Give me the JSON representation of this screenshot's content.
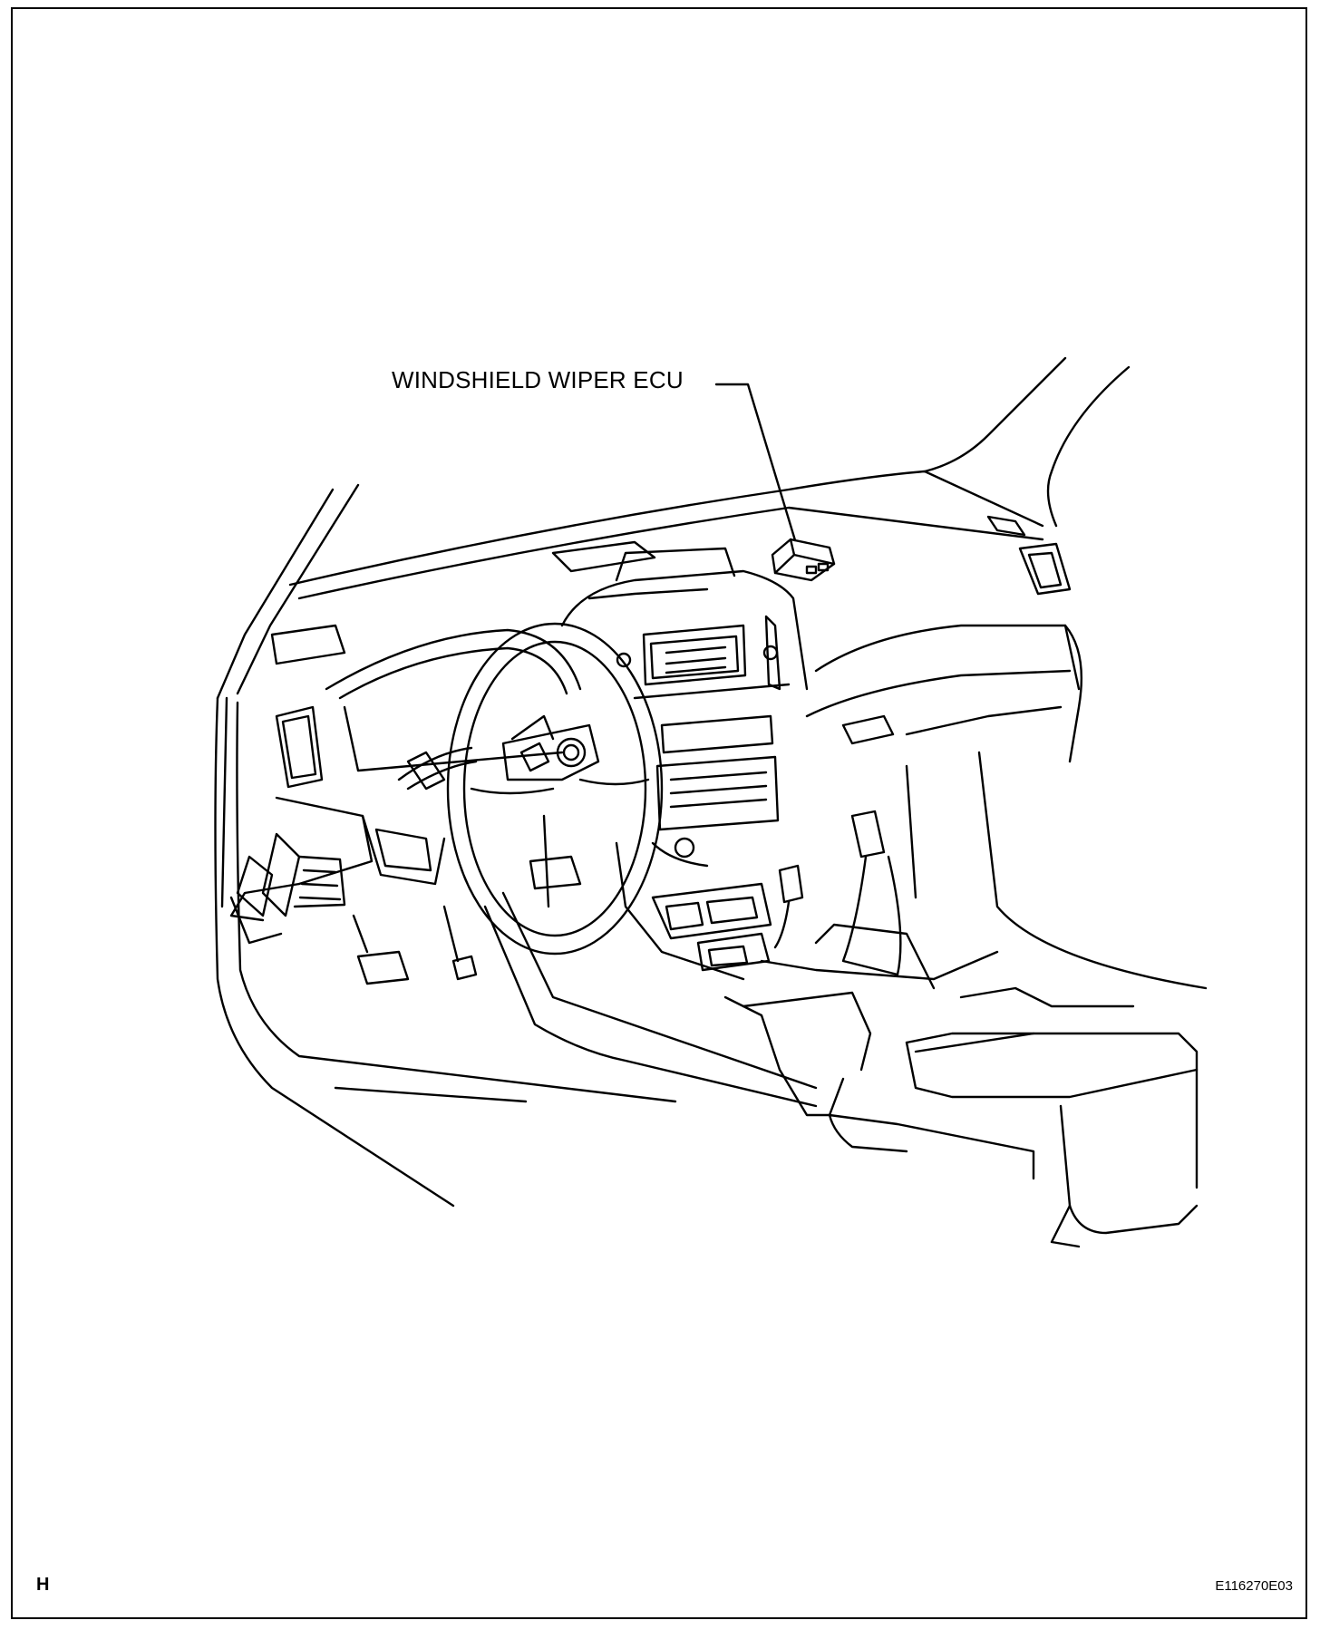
{
  "diagram": {
    "callout_label": "WINDSHIELD WIPER ECU",
    "corner_letter": "H",
    "figure_id": "E116270E03",
    "line_color": "#000000",
    "background_color": "#ffffff"
  }
}
